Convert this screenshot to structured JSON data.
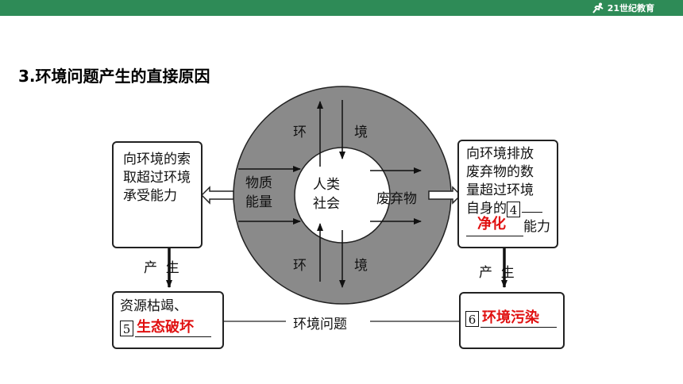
{
  "header": {
    "logo_text": "21世纪教育"
  },
  "section_title": "3.环境问题产生的直接原因",
  "ring": {
    "top_left": "环",
    "top_right": "境",
    "bottom_left": "环",
    "bottom_right": "境",
    "left": "物质能量",
    "right": "废弃物",
    "center": "人类社会"
  },
  "left_top_box": "向环境的索取超过环境承受能力",
  "right_top_box": {
    "line1": "向环境排放",
    "line2": "废弃物的数",
    "line3": "量超过环境",
    "line4_prefix": "自身的",
    "blank_number": "4",
    "answer": "净化",
    "suffix": "能力"
  },
  "left_arrow_label": "产  生",
  "right_arrow_label": "产  生",
  "left_bottom_box": {
    "line1": "资源枯竭、",
    "blank_number": "5",
    "answer": "生态破坏"
  },
  "right_bottom_box": {
    "blank_number": "6",
    "answer": "环境污染"
  },
  "middle_label": "环境问题"
}
